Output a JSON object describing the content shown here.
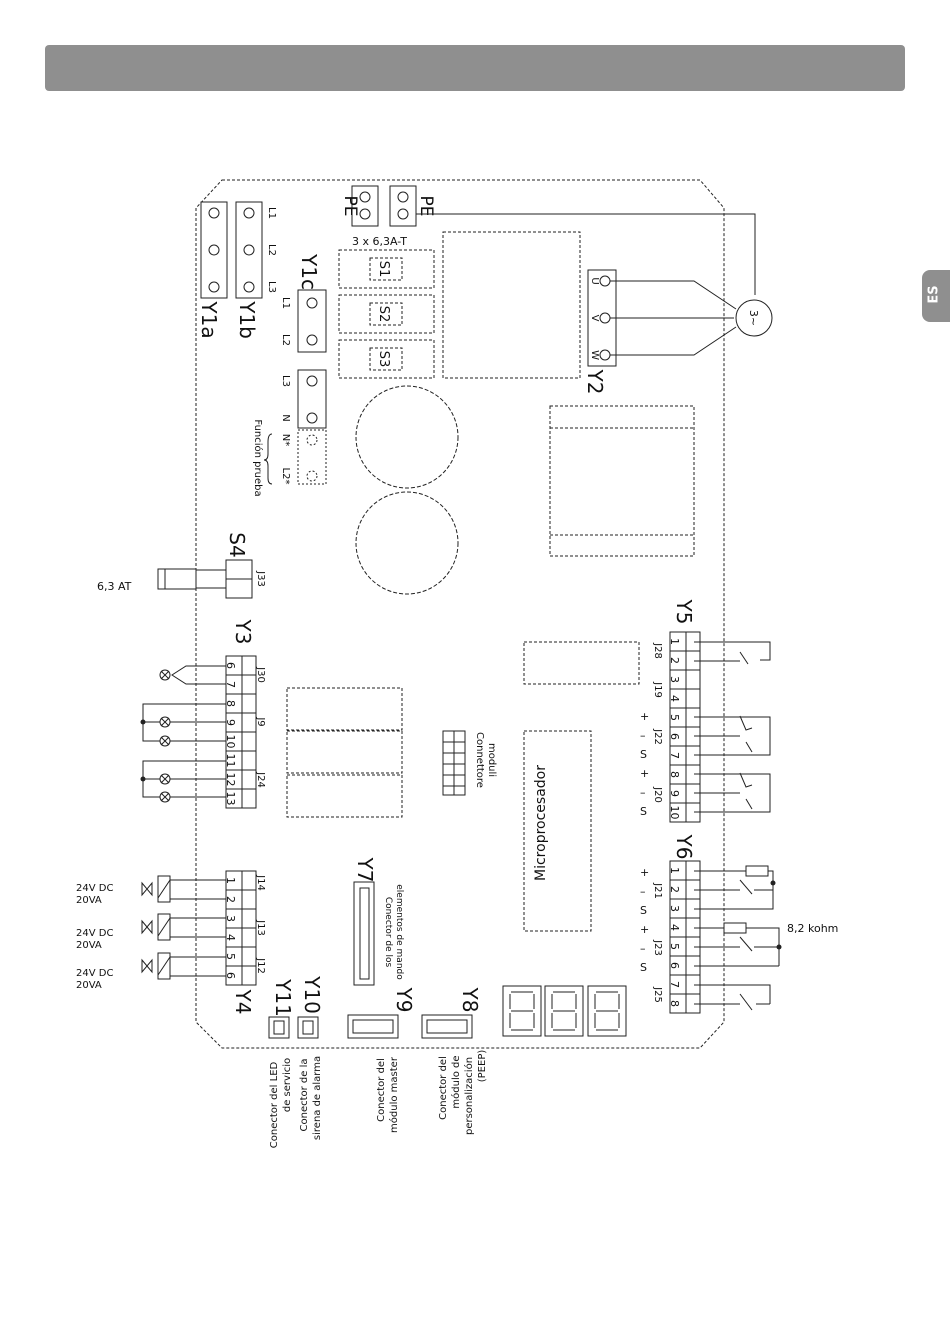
{
  "language_tab": "ES",
  "labels": {
    "pe_left": "PE",
    "pe_right": "PE",
    "fuse_rating": "3 x 6,3A-T",
    "s1": "S1",
    "s2": "S2",
    "s3": "S3",
    "y1a": "Y1a",
    "y1b": "Y1b",
    "y1c": "Y1c",
    "l1": "L1",
    "l2": "L2",
    "l3": "L3",
    "n": "N",
    "n_star": "N*",
    "l2_star": "L2*",
    "funcion_prueba": "Función prueba",
    "y2": "Y2",
    "u": "U",
    "v": "V",
    "w": "W",
    "motor": "3~",
    "s4": "S4",
    "j33": "J33",
    "fuse_s4": "6,3 AT",
    "y3": "Y3",
    "j30": "J30",
    "j9": "J9",
    "j24": "J24",
    "y4": "Y4",
    "j14": "J14",
    "j13": "J13",
    "j12": "J12",
    "valve_v": "24V DC",
    "valve_va": "20VA",
    "y5": "Y5",
    "j28": "J28",
    "j19": "J19",
    "j22": "J22",
    "j20": "J20",
    "y6": "Y6",
    "j21": "J21",
    "j23": "J23",
    "j25": "J25",
    "resistor": "8,2 kohm",
    "pin_sign_plus": "+",
    "pin_sign_minus": "–",
    "pin_sign_s": "S",
    "connettore_1": "Connettore",
    "connettore_2": "moduli",
    "microprocesador": "Microprocesador",
    "y7": "Y7",
    "y7_desc_1": "Conector de los",
    "y7_desc_2": "elementos de mando",
    "y8": "Y8",
    "y9": "Y9",
    "y10": "Y10",
    "y11": "Y11",
    "y11_desc_1": "Conector del LED",
    "y11_desc_2": "de servicio",
    "y10_desc_1": "Conector de la",
    "y10_desc_2": "sirena de alarma",
    "y9_desc_1": "Conector del",
    "y9_desc_2": "módulo master",
    "y8_desc_1": "Conector del",
    "y8_desc_2": "módulo de",
    "y8_desc_3": "personalización",
    "y8_desc_4": "(PEEP)"
  },
  "y3_pins": [
    "6",
    "7",
    "8",
    "9",
    "10",
    "11",
    "12",
    "13"
  ],
  "y4_pins": [
    "1",
    "2",
    "3",
    "4",
    "5",
    "6"
  ],
  "y5_pins": [
    "1",
    "2",
    "3",
    "4",
    "5",
    "6",
    "7",
    "8",
    "9",
    "10"
  ],
  "y6_pins": [
    "1",
    "2",
    "3",
    "4",
    "5",
    "6",
    "7",
    "8"
  ]
}
